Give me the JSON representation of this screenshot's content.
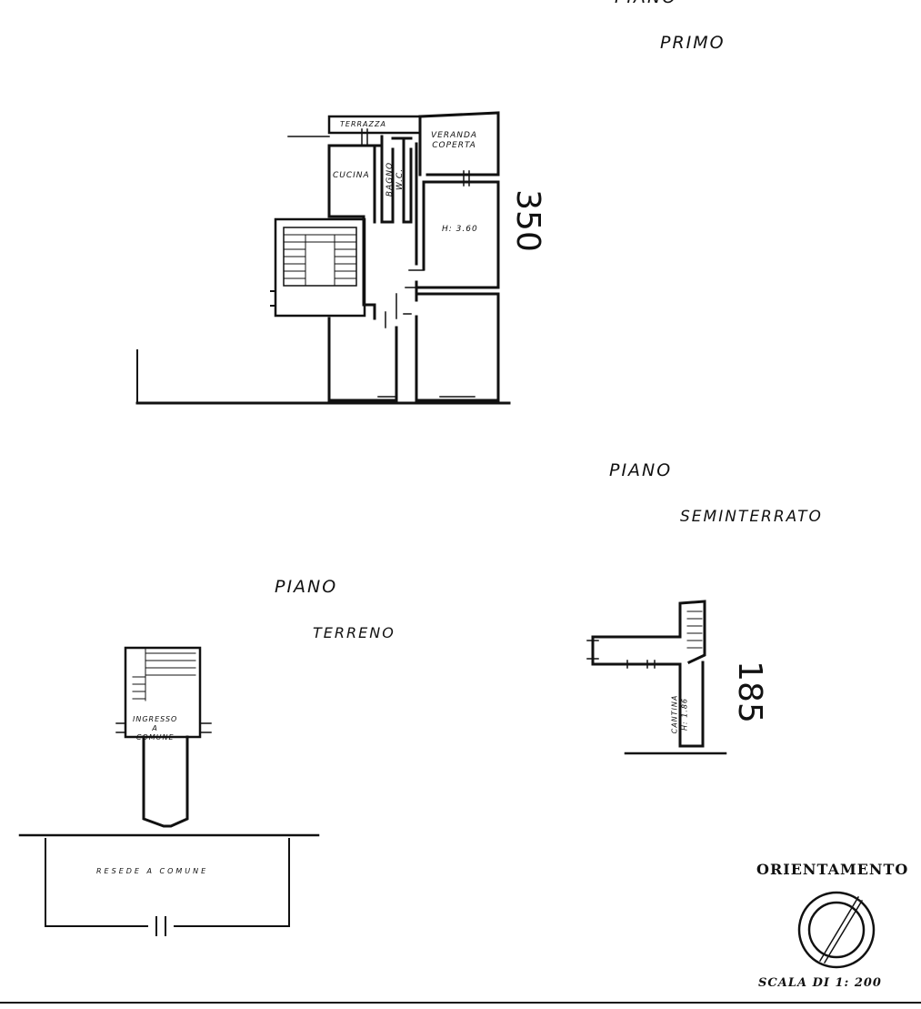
{
  "floors": {
    "primo_fragment": "PIANO",
    "primo_label": "PRIMO",
    "seminterrato_line1": "PIANO",
    "seminterrato_line2": "SEMINTERRATO",
    "terreno_line1": "PIANO",
    "terreno_line2": "TERRENO"
  },
  "rooms": {
    "terrazza": "TERRAZZA",
    "veranda_line1": "VERANDA",
    "veranda_line2": "COPERTA",
    "cucina": "CUCINA",
    "bagno_line1": "BAGNO",
    "bagno_line2": "W.C.",
    "room_code_1": "H: 3.60",
    "ingresso_line1": "INGRESSO",
    "ingresso_line2": "A",
    "ingresso_line3": "COMUNE",
    "resede": "RESEDE A COMUNE",
    "cantina_line1": "CANTINA",
    "cantina_line2": "H: 1.86"
  },
  "elevations": {
    "primo": "350",
    "seminterrato": "185"
  },
  "orientation_label": "ORIENTAMENTO",
  "scale_label": "SCALA DI 1: 200",
  "ink_color": "#111111"
}
